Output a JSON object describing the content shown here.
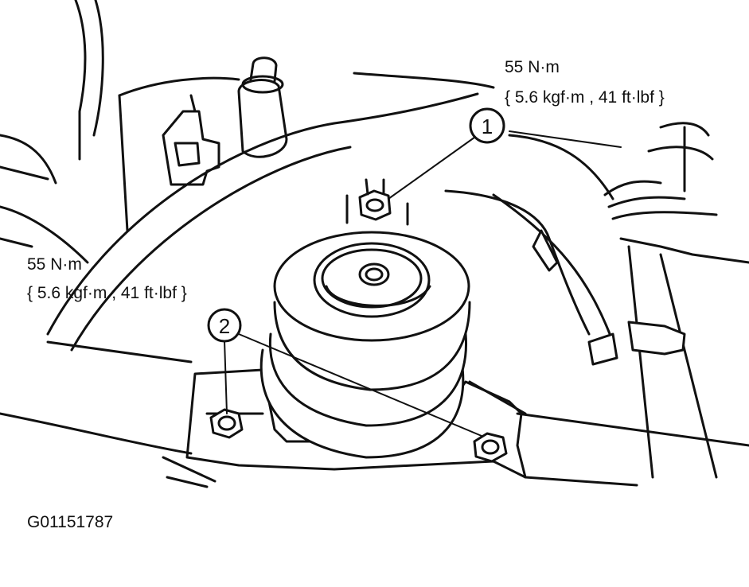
{
  "callouts": [
    {
      "number": "1",
      "torque": "55 N·m",
      "spec": "{ 5.6 kgf·m , 41 ft·lbf }"
    },
    {
      "number": "2",
      "torque": "55 N·m",
      "spec": "{ 5.6 kgf·m , 41 ft·lbf }"
    }
  ],
  "figure_id": "G01151787",
  "colors": {
    "ink": "#111111",
    "paper": "#ffffff"
  }
}
